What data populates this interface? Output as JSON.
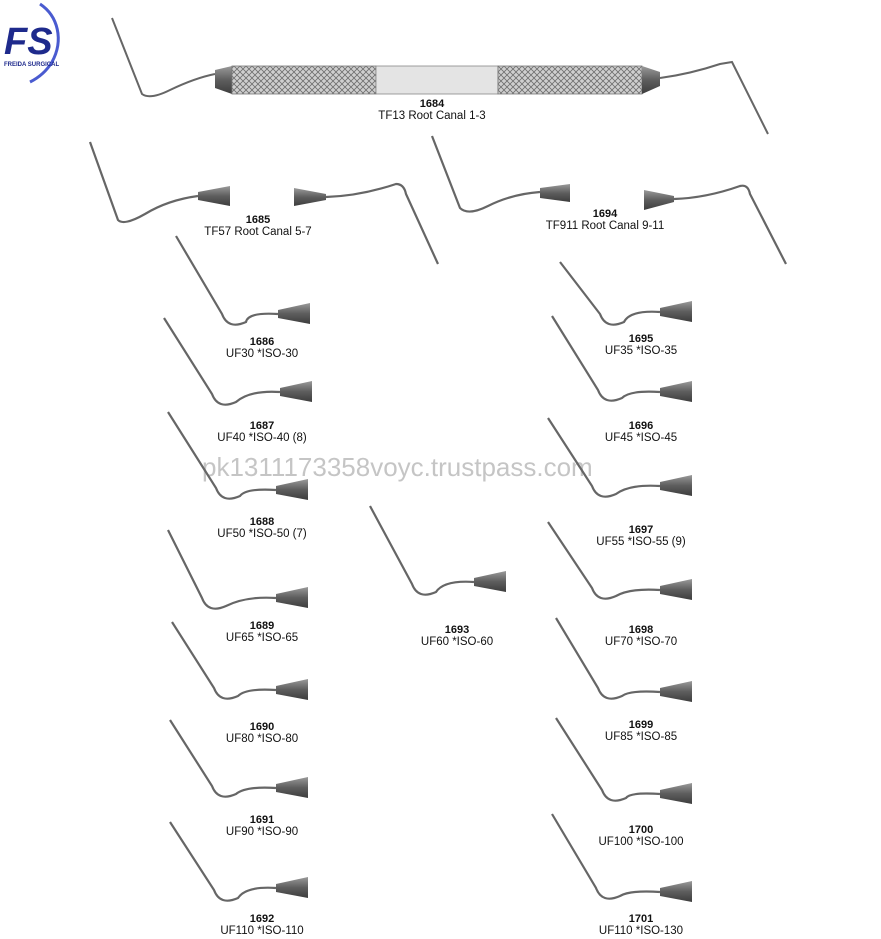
{
  "brand": {
    "initials": "FS",
    "tagline": "FREIDA SURGICAL",
    "primary_color": "#1e2a8c",
    "accent_color": "#4a5bd0"
  },
  "watermark": "pk1311173358voyc.trustpass.com",
  "instrument_color": "#5a5a5a",
  "products": {
    "p1684": {
      "code": "1684",
      "name": "TF13 Root Canal 1-3"
    },
    "p1685": {
      "code": "1685",
      "name": "TF57 Root Canal 5-7"
    },
    "p1694": {
      "code": "1694",
      "name": "TF911 Root Canal 9-11"
    },
    "p1686": {
      "code": "1686",
      "name": "UF30 *ISO-30"
    },
    "p1695": {
      "code": "1695",
      "name": "UF35 *ISO-35"
    },
    "p1687": {
      "code": "1687",
      "name": "UF40 *ISO-40 (8)"
    },
    "p1696": {
      "code": "1696",
      "name": "UF45 *ISO-45"
    },
    "p1688": {
      "code": "1688",
      "name": "UF50 *ISO-50 (7)"
    },
    "p1697": {
      "code": "1697",
      "name": "UF55 *ISO-55 (9)"
    },
    "p1689": {
      "code": "1689",
      "name": "UF65 *ISO-65"
    },
    "p1693": {
      "code": "1693",
      "name": "UF60 *ISO-60"
    },
    "p1698": {
      "code": "1698",
      "name": "UF70 *ISO-70"
    },
    "p1690": {
      "code": "1690",
      "name": "UF80 *ISO-80"
    },
    "p1699": {
      "code": "1699",
      "name": "UF85 *ISO-85"
    },
    "p1691": {
      "code": "1691",
      "name": "UF90 *ISO-90"
    },
    "p1700": {
      "code": "1700",
      "name": "UF100 *ISO-100"
    },
    "p1692": {
      "code": "1692",
      "name": "UF110 *ISO-110"
    },
    "p1701": {
      "code": "1701",
      "name": "UF110 *ISO-130"
    }
  }
}
